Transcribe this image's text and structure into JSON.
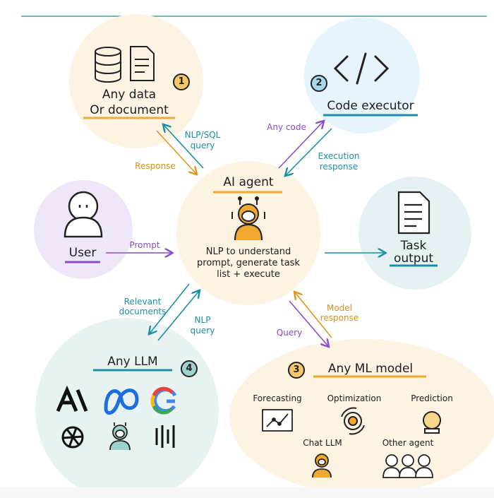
{
  "nodes": {
    "data": {
      "title_line1": "Any data",
      "title_line2": "Or document",
      "number": "1"
    },
    "code": {
      "title": "Code executor",
      "number": "2"
    },
    "user": {
      "title": "User"
    },
    "agent": {
      "title": "AI agent",
      "desc_line1": "NLP to understand",
      "desc_line2": "prompt, generate task",
      "desc_line3": "list + execute"
    },
    "task": {
      "title_line1": "Task",
      "title_line2": "output"
    },
    "llm": {
      "title": "Any LLM",
      "number": "4"
    },
    "ml": {
      "title": "Any ML model",
      "number": "3",
      "items": {
        "forecasting": "Forecasting",
        "optimization": "Optimization",
        "prediction": "Prediction",
        "chat_llm": "Chat LLM",
        "other_agent": "Other agent"
      }
    }
  },
  "edges": {
    "nlp_sql_query_line1": "NLP/SQL",
    "nlp_sql_query_line2": "query",
    "response": "Response",
    "any_code": "Any code",
    "execution_response_line1": "Execution",
    "execution_response_line2": "response",
    "prompt": "Prompt",
    "relevant_documents_line1": "Relevant",
    "relevant_documents_line2": "documents",
    "nlp_query_line1": "NLP",
    "nlp_query_line2": "query",
    "model_response_line1": "Model",
    "model_response_line2": "response",
    "query": "Query"
  },
  "colors": {
    "orange": "#f0a830",
    "teal": "#1b8fa6",
    "purple": "#8a4cc9",
    "data_bg": "#fdf3e3",
    "code_bg": "#e6f4fb",
    "user_bg": "#f0e6fa",
    "agent_bg": "#fdf3e3",
    "task_bg": "#e6f1f4",
    "llm_bg": "#e8f3f1",
    "ml_bg": "#fdf3e3"
  }
}
